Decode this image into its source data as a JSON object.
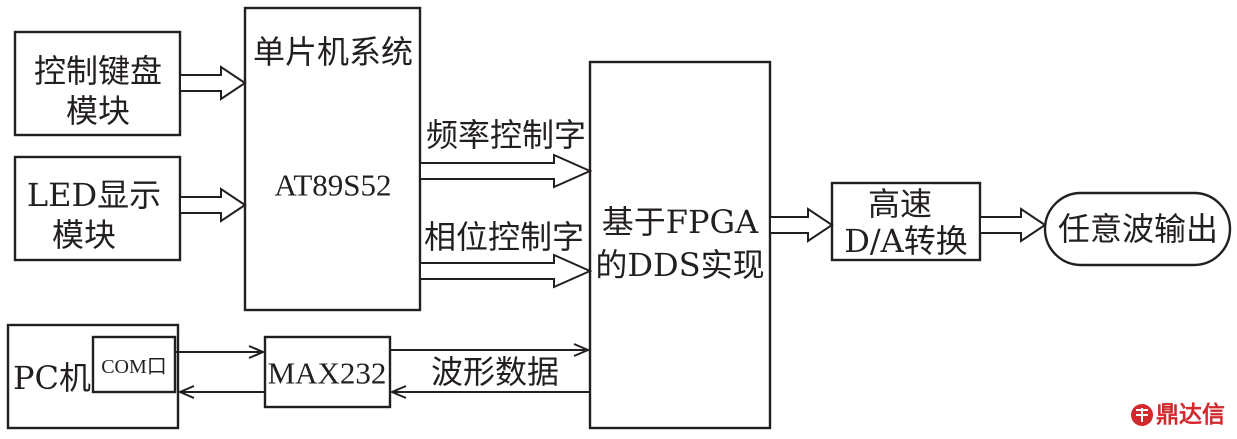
{
  "blocks": {
    "keyboard": {
      "lines": [
        "控制键盘",
        "模块"
      ]
    },
    "led_display": {
      "lines": [
        "LED显示",
        "模块"
      ]
    },
    "mcu": {
      "title": "单片机系统",
      "model": "AT89S52"
    },
    "fpga_dds": {
      "lines": [
        "基于FPGA",
        "的DDS实现"
      ]
    },
    "dac": {
      "lines": [
        "高速",
        "D/A转换"
      ]
    },
    "output": {
      "label": "任意波输出"
    },
    "pc": {
      "label": "PC机",
      "port": "COM口"
    },
    "max232": {
      "label": "MAX232"
    }
  },
  "signals": {
    "frequency_word": "频率控制字",
    "phase_word": "相位控制字",
    "waveform_data": "波形数据"
  },
  "watermark": {
    "text": "鼎达信",
    "color": "#d4282c",
    "icon": "logo-icon"
  },
  "colors": {
    "stroke": "#231f20",
    "background": "#ffffff"
  }
}
